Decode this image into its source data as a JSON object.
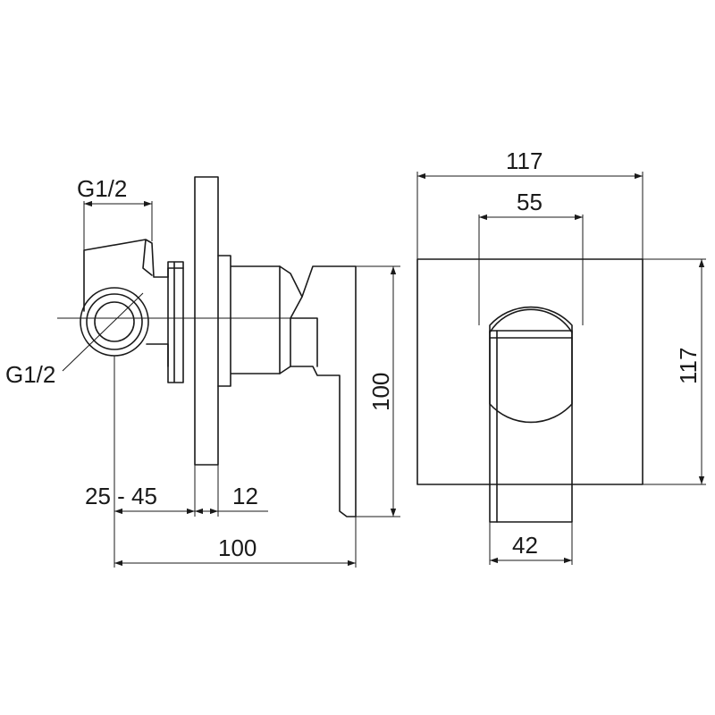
{
  "labels": {
    "side_inlet_top": "G1/2",
    "side_inlet_bottom": "G1/2",
    "side_depth_range": "25 - 45",
    "side_plate_thickness": "12",
    "side_total_width": "100",
    "side_total_height": "100",
    "front_plate_width": "117",
    "front_plate_height": "117",
    "front_inner_width": "55",
    "front_lever_width": "42"
  },
  "colors": {
    "line": "#1a1a1a",
    "background": "#ffffff"
  }
}
